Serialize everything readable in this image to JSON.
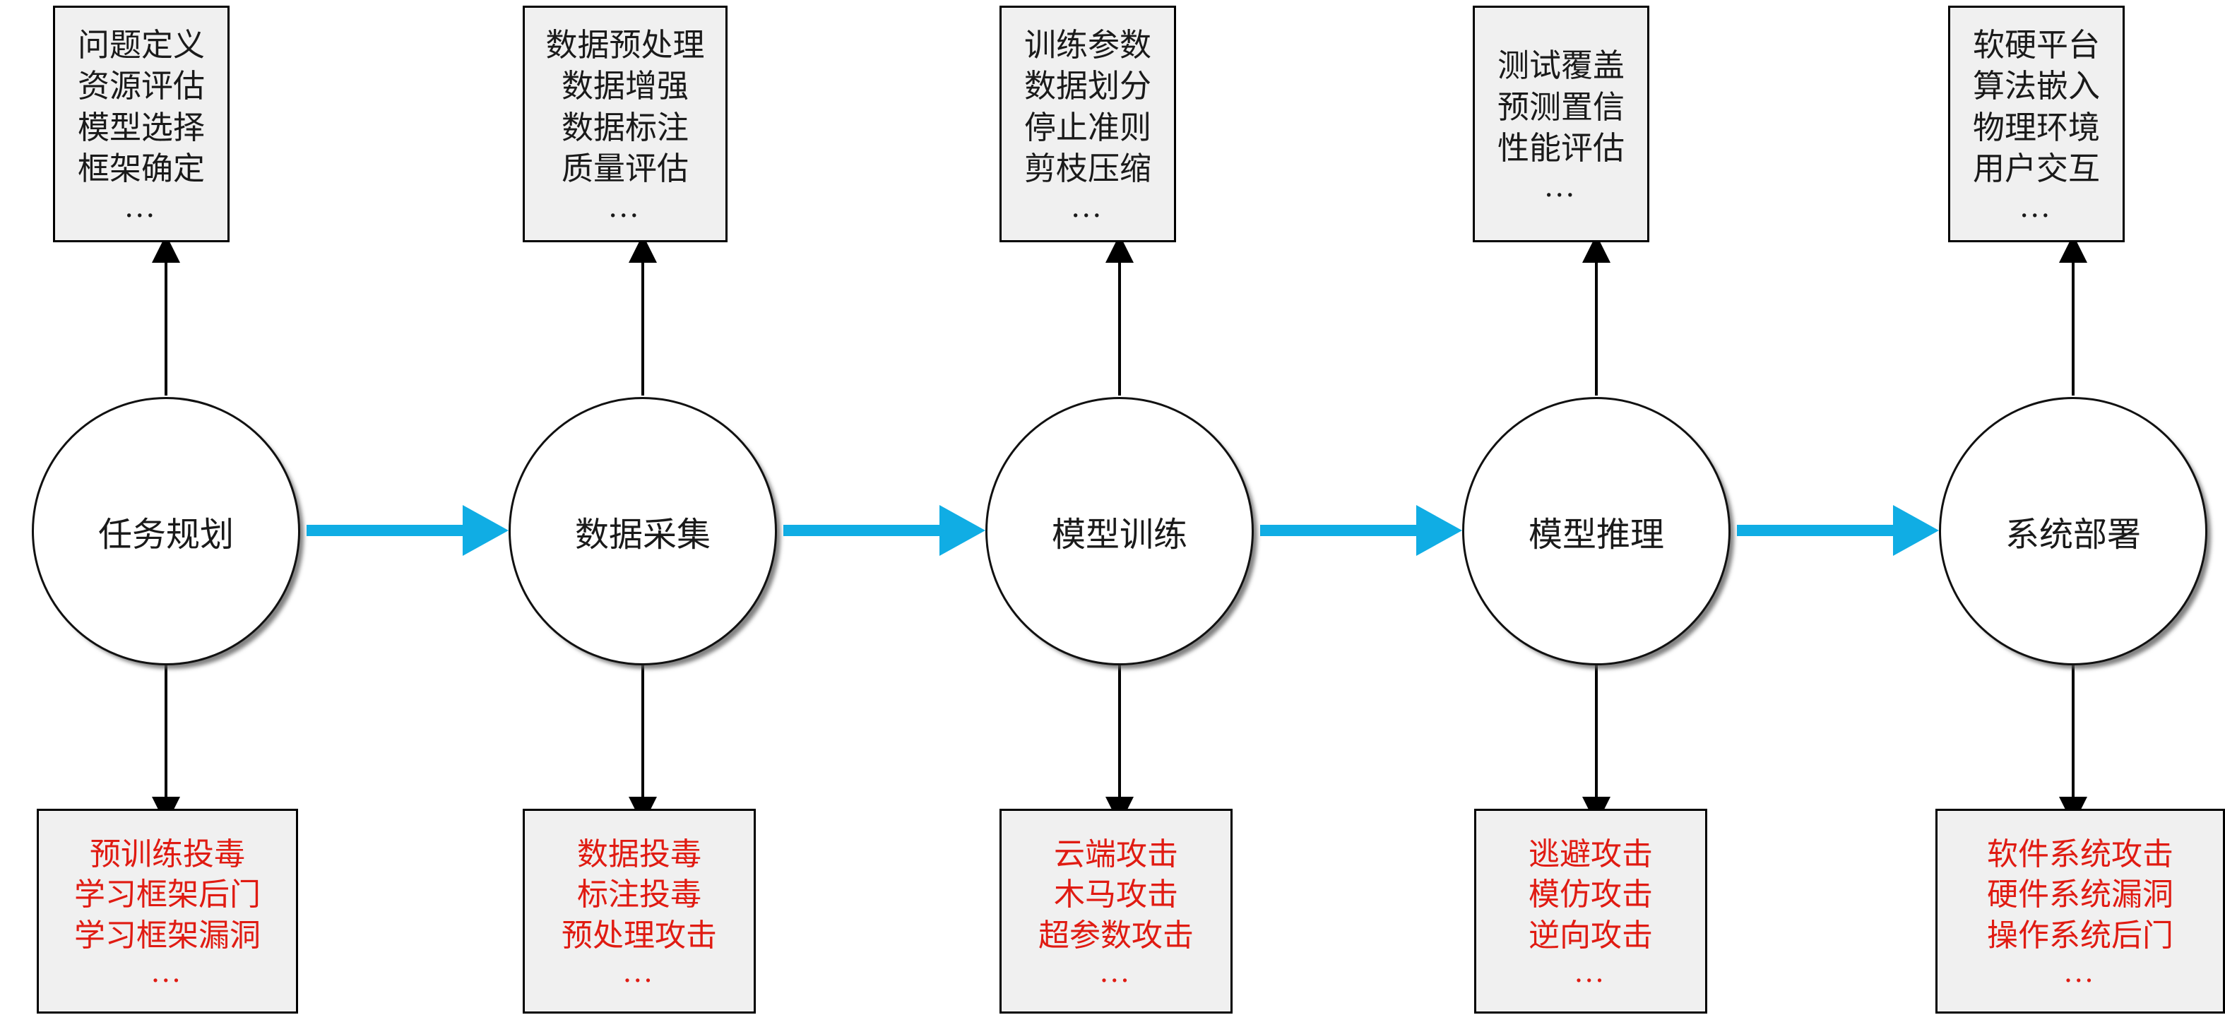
{
  "diagram": {
    "title": "AI lifecycle stages with tasks and attack surfaces",
    "colors": {
      "flow_arrow": "#10ADE4",
      "box_fill": "#F0F0F0",
      "box_border": "#000000",
      "task_text": "#1A1A1A",
      "attack_text": "#E01B12",
      "circle_fill": "#FFFFFF",
      "circle_border": "#111111",
      "connector": "#000000"
    },
    "ellipsis": "…",
    "stages": [
      {
        "id": "task-planning",
        "circle_label": "任务规划",
        "tasks": [
          "问题定义",
          "资源评估",
          "模型选择",
          "框架确定"
        ],
        "tasks_ellipsis": "…",
        "attacks": [
          "预训练投毒",
          "学习框架后门",
          "学习框架漏洞"
        ],
        "attacks_ellipsis": "…"
      },
      {
        "id": "data-collection",
        "circle_label": "数据采集",
        "tasks": [
          "数据预处理",
          "数据增强",
          "数据标注",
          "质量评估"
        ],
        "tasks_ellipsis": "…",
        "attacks": [
          "数据投毒",
          "标注投毒",
          "预处理攻击"
        ],
        "attacks_ellipsis": "…"
      },
      {
        "id": "model-training",
        "circle_label": "模型训练",
        "tasks": [
          "训练参数",
          "数据划分",
          "停止准则",
          "剪枝压缩"
        ],
        "tasks_ellipsis": "…",
        "attacks": [
          "云端攻击",
          "木马攻击",
          "超参数攻击"
        ],
        "attacks_ellipsis": "…"
      },
      {
        "id": "model-inference",
        "circle_label": "模型推理",
        "tasks": [
          "测试覆盖",
          "预测置信",
          "性能评估"
        ],
        "tasks_ellipsis": "…",
        "attacks": [
          "逃避攻击",
          "模仿攻击",
          "逆向攻击"
        ],
        "attacks_ellipsis": "…"
      },
      {
        "id": "system-deployment",
        "circle_label": "系统部署",
        "tasks": [
          "软硬平台",
          "算法嵌入",
          "物理环境",
          "用户交互"
        ],
        "tasks_ellipsis": "…",
        "attacks": [
          "软件系统攻击",
          "硬件系统漏洞",
          "操作系统后门"
        ],
        "attacks_ellipsis": "…"
      }
    ]
  }
}
